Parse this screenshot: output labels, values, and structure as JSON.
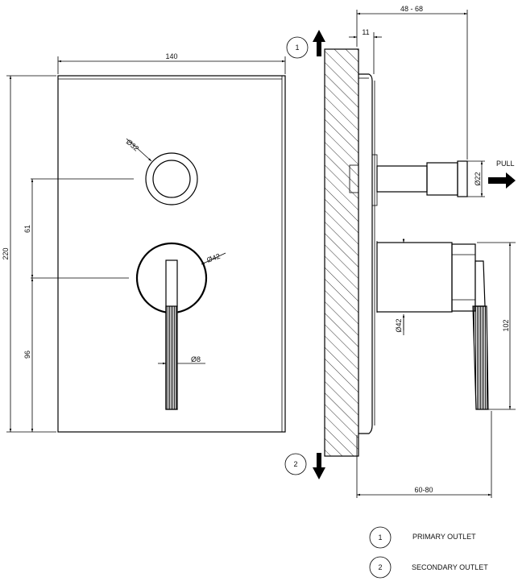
{
  "front_view": {
    "width_label": "140",
    "height_label": "220",
    "spacing_label": "61",
    "lower_label": "96",
    "button_diameter_label": "Ø32",
    "handle_diameter_label": "Ø42",
    "lever_diameter_label": "Ø8"
  },
  "side_view": {
    "depth_top_label": "48 - 68",
    "plate_label": "11",
    "spout_diameter_label": "Ø22",
    "pull_label": "PULL",
    "body_diameter_label": "Ø42",
    "lever_height_label": "102",
    "depth_bottom_label": "60-80"
  },
  "outlets": [
    {
      "number": "1",
      "label": "PRIMARY OUTLET"
    },
    {
      "number": "2",
      "label": "SECONDARY OUTLET"
    }
  ],
  "colors": {
    "ink": "#000000",
    "background": "#ffffff"
  }
}
